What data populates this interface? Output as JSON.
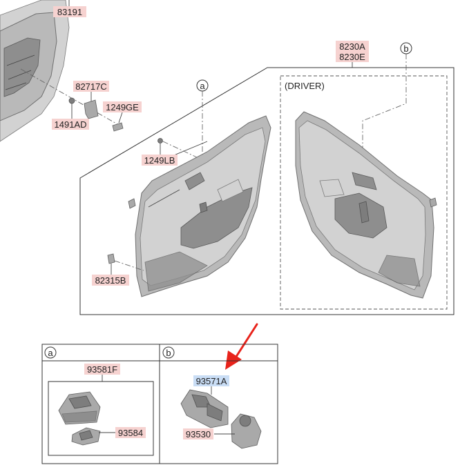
{
  "labels": {
    "p83191": "83191",
    "p8230A": "8230A",
    "p8230E": "8230E",
    "p82717C": "82717C",
    "p1249GE": "1249GE",
    "p1491AD": "1491AD",
    "p1249LB": "1249LB",
    "p82315B": "82315B",
    "p93581F": "93581F",
    "p93584": "93584",
    "p93571A": "93571A",
    "p93530": "93530",
    "driver": "(DRIVER)",
    "callout_a": "a",
    "callout_b": "b",
    "table_a": "a",
    "table_b": "b"
  },
  "colors": {
    "label_highlight": "#f6d2d0",
    "selected_highlight": "#c9ddf5",
    "arrow": "#e8231b",
    "line": "#333333"
  }
}
